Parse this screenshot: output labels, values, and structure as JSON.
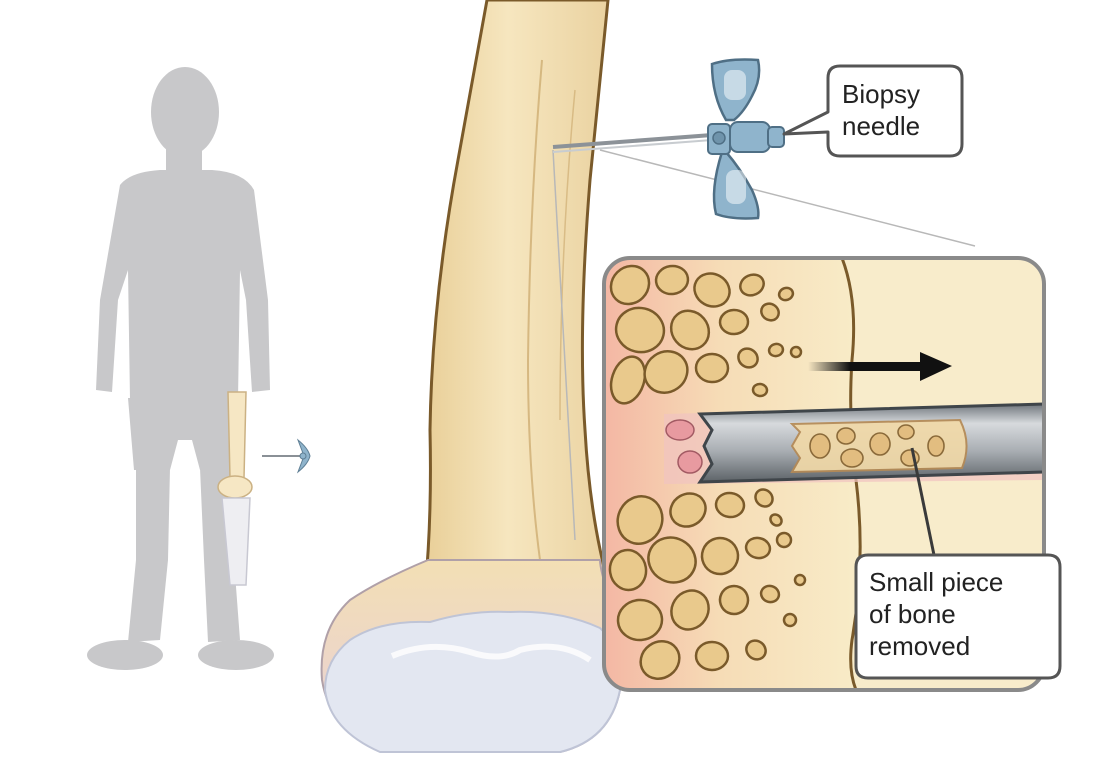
{
  "labels": {
    "needle": [
      "Biopsy",
      "needle"
    ],
    "sample": [
      "Small piece",
      "of bone",
      "removed"
    ]
  },
  "colors": {
    "silhouette": "#c8c8ca",
    "bone": "#f2deb0",
    "bone_outline": "#7a5a2a",
    "cartilage": "#dde2ee",
    "marrow_pink": "#f0b5a0",
    "needle_handle": "#8fb4cc",
    "needle_shaft": "#9aa0a6",
    "callout_border": "#555555",
    "arrow": "#111111"
  }
}
